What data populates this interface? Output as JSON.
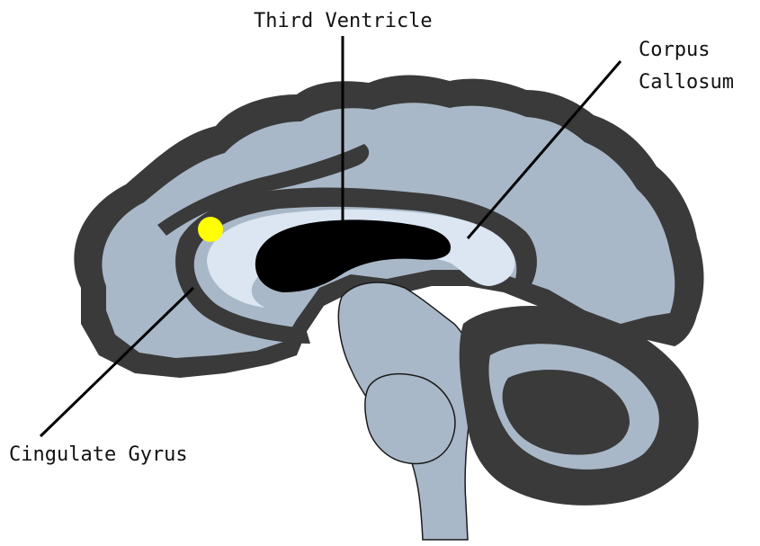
{
  "labels": {
    "third_ventricle": "Third Ventricle",
    "corpus_callosum_line1": "Corpus",
    "corpus_callosum_line2": "Callosum",
    "cingulate_gyrus": "Cingulate Gyrus"
  },
  "colors": {
    "gray_matter": "#3a3a3a",
    "white_matter": "#a9b8c8",
    "corpus_callosum": "#dbe6f2",
    "ventricle": "#000000",
    "marker": "#ffff00",
    "leader_line": "#000000"
  },
  "icons": {
    "marker": "yellow-dot-marker"
  }
}
